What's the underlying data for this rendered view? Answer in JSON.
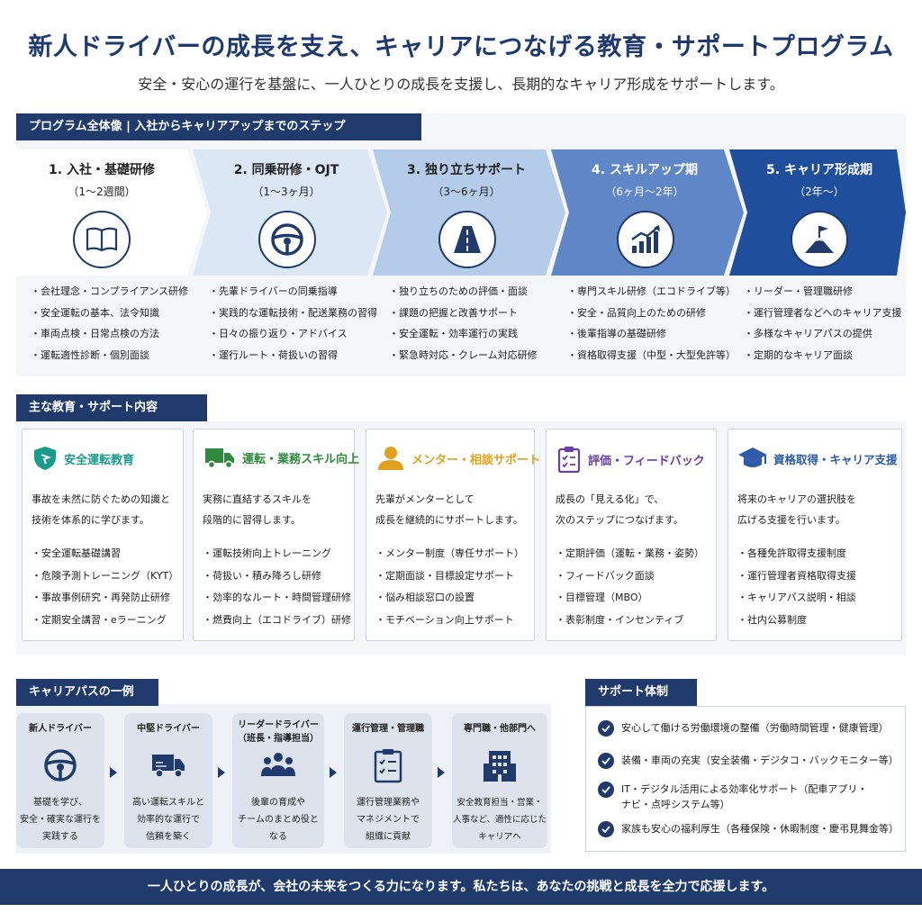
{
  "header": {
    "title": "新人ドライバーの成長を支え、キャリアにつなげる教育・サポートプログラム",
    "subtitle": "安全・安心の運行を基盤に、一人ひとりの成長を支援し、長期的なキャリア形成をサポートします。"
  },
  "program": {
    "heading": "プログラム全体像 | 入社からキャリアアップまでのステップ",
    "steps": [
      {
        "title": "1. 入社・基礎研修",
        "duration": "（1〜2週間）",
        "icon": "book-icon",
        "items": [
          "会社理念・コンプライアンス研修",
          "安全運転の基本、法令知識",
          "車両点検・日常点検の方法",
          "運転適性診断・個別面談"
        ]
      },
      {
        "title": "2. 同乗研修・OJT",
        "duration": "（1〜3ヶ月）",
        "icon": "steering-wheel-icon",
        "items": [
          "先輩ドライバーの同乗指導",
          "実践的な運転技術・配送業務の習得",
          "日々の振り返り・アドバイス",
          "運行ルート・荷扱いの習得"
        ]
      },
      {
        "title": "3. 独り立ちサポート",
        "duration": "（3〜6ヶ月）",
        "icon": "road-icon",
        "items": [
          "独り立ちのための評価・面談",
          "課題の把握と改善サポート",
          "安全運転・効率運行の実践",
          "緊急時対応・クレーム対応研修"
        ]
      },
      {
        "title": "4. スキルアップ期",
        "duration": "（6ヶ月〜2年）",
        "icon": "growth-chart-icon",
        "items": [
          "専門スキル研修（エコドライブ等）",
          "安全・品質向上のための研修",
          "後輩指導の基礎研修",
          "資格取得支援（中型・大型免許等）"
        ]
      },
      {
        "title": "5. キャリア形成期",
        "duration": "（2年〜）",
        "icon": "mountain-flag-icon",
        "items": [
          "リーダー・管理職研修",
          "運行管理者などへのキャリア支援",
          "多様なキャリアパスの提供",
          "定期的なキャリア面談"
        ]
      }
    ]
  },
  "contents": {
    "heading": "主な教育・サポート内容",
    "cards": [
      {
        "title": "安全運転教育",
        "icon": "shield-icon",
        "color": "#1a9c8c",
        "desc": [
          "事故を未然に防ぐための知識と",
          "技術を体系的に学びます。"
        ],
        "items": [
          "安全運転基礎講習",
          "危険予測トレーニング（KYT）",
          "事故事例研究・再発防止研修",
          "定期安全講習・eラーニング"
        ]
      },
      {
        "title": "運転・業務スキル向上",
        "icon": "truck-icon",
        "color": "#2f8a3e",
        "desc": [
          "実務に直結するスキルを",
          "段階的に習得します。"
        ],
        "items": [
          "運転技術向上トレーニング",
          "荷扱い・積み降ろし研修",
          "効率的なルート・時間管理研修",
          "燃費向上（エコドライブ）研修"
        ]
      },
      {
        "title": "メンター・相談サポート",
        "icon": "mentor-icon",
        "color": "#e0a21c",
        "desc": [
          "先輩がメンターとして",
          "成長を継続的にサポートします。"
        ],
        "items": [
          "メンター制度（専任サポート）",
          "定期面談・目標設定サポート",
          "悩み相談窓口の設置",
          "モチベーション向上サポート"
        ]
      },
      {
        "title": "評価・フィードバック",
        "icon": "clipboard-icon",
        "color": "#6b3fa8",
        "desc": [
          "成長の「見える化」で、",
          "次のステップにつなげます。"
        ],
        "items": [
          "定期評価（運転・業務・姿勢）",
          "フィードバック面談",
          "目標管理（MBO）",
          "表彰制度・インセンティブ"
        ]
      },
      {
        "title": "資格取得・キャリア支援",
        "icon": "graduation-cap-icon",
        "color": "#2d5ba8",
        "desc": [
          "将来のキャリアの選択肢を",
          "広げる支援を行います。"
        ],
        "items": [
          "各種免許取得支援制度",
          "運行管理者資格取得支援",
          "キャリアパス説明・相談",
          "社内公募制度"
        ]
      }
    ]
  },
  "career": {
    "heading": "キャリアパスの一例",
    "paths": [
      {
        "title": [
          "新人ドライバー"
        ],
        "icon": "steering-wheel-icon",
        "desc": [
          "基礎を学び、",
          "安全・確実な運行を",
          "実践する"
        ]
      },
      {
        "title": [
          "中堅ドライバー"
        ],
        "icon": "truck-icon",
        "desc": [
          "高い運転スキルと",
          "効率的な運行で",
          "信頼を築く"
        ]
      },
      {
        "title": [
          "リーダードライバー",
          "（班長・指導担当）"
        ],
        "icon": "team-icon",
        "desc": [
          "後輩の育成や",
          "チームのまとめ役と",
          "なる"
        ]
      },
      {
        "title": [
          "運行管理・管理職"
        ],
        "icon": "checklist-icon",
        "desc": [
          "運行管理業務や",
          "マネジメントで",
          "組織に貢献"
        ]
      },
      {
        "title": [
          "専門職・他部門へ"
        ],
        "icon": "building-icon",
        "desc": [
          "安全教育担当・営業・",
          "人事など、適性に応じた",
          "キャリアへ"
        ]
      }
    ]
  },
  "support": {
    "heading": "サポート体制",
    "items": [
      [
        "安心して働ける労働環境の整備（労働時間管理・健康管理）"
      ],
      [
        "装備・車両の充実（安全装備・デジタコ・バックモニター等）"
      ],
      [
        "IT・デジタル活用による効率化サポート（配車アプリ・",
        "ナビ・点呼システム等）"
      ],
      [
        "家族も安心の福利厚生（各種保険・休暇制度・慶弔見舞金等）"
      ]
    ]
  },
  "footer": {
    "text": "一人ひとりの成長が、会社の未来をつくる力になります。私たちは、あなたの挑戦と成長を全力で応援します。"
  }
}
